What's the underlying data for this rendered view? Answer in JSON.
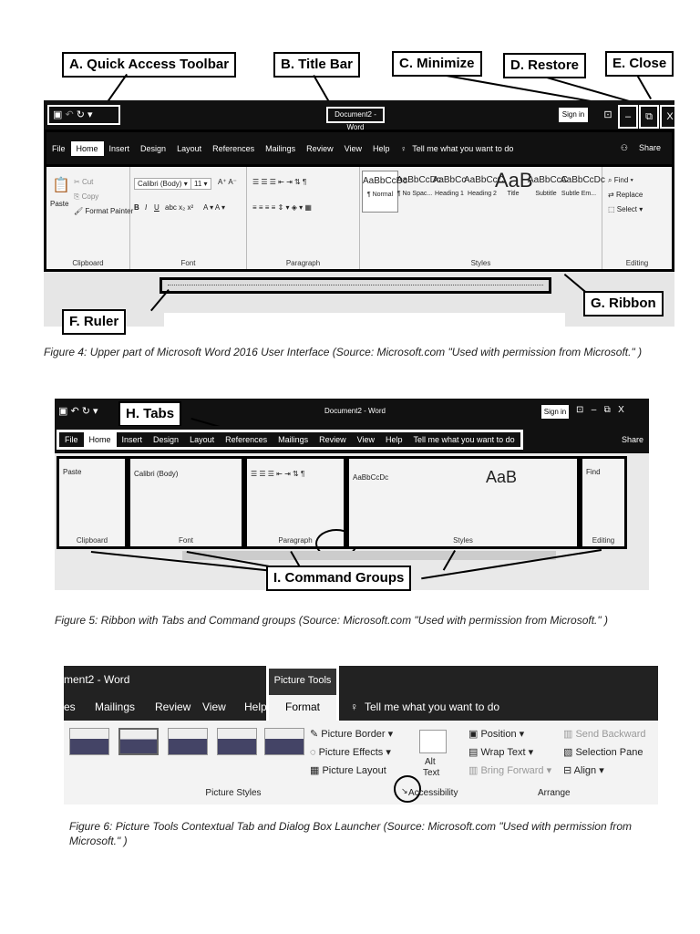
{
  "figure4": {
    "callouts": {
      "a": "A. Quick Access Toolbar",
      "b": "B. Title Bar",
      "c": "C. Minimize",
      "d": "D. Restore",
      "e": "E. Close",
      "f": "F. Ruler",
      "g": "G. Ribbon"
    },
    "window": {
      "title": "Document2 - Word",
      "signin": "Sign in",
      "tabs": [
        "File",
        "Home",
        "Insert",
        "Design",
        "Layout",
        "References",
        "Mailings",
        "Review",
        "View",
        "Help"
      ],
      "tell_me": "Tell me what you want to do",
      "share": "Share",
      "groups": {
        "clipboard": "Clipboard",
        "font": "Font",
        "paragraph": "Paragraph",
        "styles": "Styles",
        "editing": "Editing"
      },
      "clipboard_items": {
        "paste": "Paste",
        "cut": "Cut",
        "copy": "Copy",
        "format_painter": "Format Painter"
      },
      "font_name": "Calibri (Body)",
      "font_size": "11",
      "styles": [
        {
          "sample": "AaBbCcDc",
          "name": "¶ Normal"
        },
        {
          "sample": "AaBbCcDc",
          "name": "¶ No Spac..."
        },
        {
          "sample": "AaBbCc",
          "name": "Heading 1"
        },
        {
          "sample": "AaBbCcC",
          "name": "Heading 2"
        },
        {
          "sample": "AaB",
          "name": "Title"
        },
        {
          "sample": "AaBbCcC",
          "name": "Subtitle"
        },
        {
          "sample": "AaBbCcDc",
          "name": "Subtle Em..."
        }
      ],
      "editing_items": {
        "find": "Find",
        "replace": "Replace",
        "select": "Select"
      }
    },
    "caption": "Figure 4: Upper part of Microsoft Word 2016 User Interface (Source: Microsoft.com \"Used with permission from Microsoft.\" )"
  },
  "figure5": {
    "callouts": {
      "h": "H. Tabs",
      "i": "I. Command Groups"
    },
    "caption": "Figure 5: Ribbon with Tabs and Command groups (Source: Microsoft.com \"Used with permission from Microsoft.\" )"
  },
  "figure6": {
    "title_fragment": "ment2 - Word",
    "picture_tools": "Picture Tools",
    "tabs": [
      "es",
      "Mailings",
      "Review",
      "View",
      "Help"
    ],
    "format_tab": "Format",
    "tell_me": "Tell me what you want to do",
    "picture_border": "Picture Border",
    "picture_effects": "Picture Effects",
    "picture_layout": "Picture Layout",
    "alt_text_1": "Alt",
    "alt_text_2": "Text",
    "position": "Position",
    "wrap_text": "Wrap Text",
    "bring_forward": "Bring Forward",
    "send_backward": "Send Backward",
    "selection_pane": "Selection Pane",
    "align": "Align",
    "group_picture_styles": "Picture Styles",
    "group_accessibility": "Accessibility",
    "group_arrange": "Arrange",
    "caption": "Figure 6: Picture Tools Contextual Tab and Dialog Box Launcher (Source: Microsoft.com \"Used with permission from Microsoft.\" )"
  },
  "colors": {
    "window_dark": "#111111",
    "ribbon_bg": "#f3f3f3"
  }
}
